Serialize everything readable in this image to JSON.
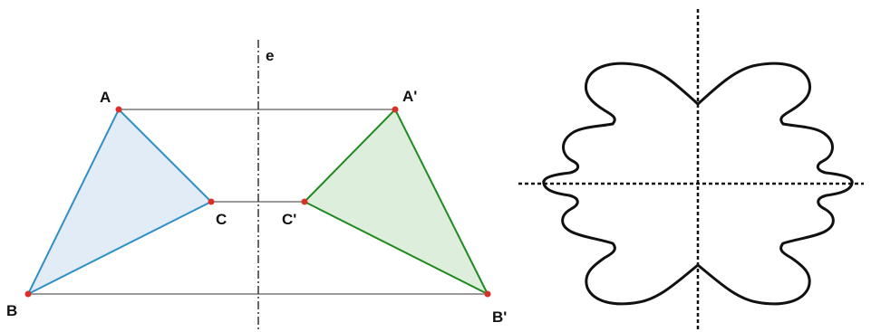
{
  "left_figure": {
    "axis_label": "e",
    "points": {
      "A": "A",
      "B": "B",
      "C": "C",
      "A_prime": "A'",
      "B_prime": "B'",
      "C_prime": "C'"
    },
    "colors": {
      "original_stroke": "#2f8fc6",
      "original_fill": "#e1ecf6",
      "image_stroke": "#1f8a1f",
      "image_fill": "#deeedd",
      "connector": "#9a9a9a",
      "vertex": "#d9302a",
      "axis": "#333333"
    }
  },
  "right_figure": {
    "colors": {
      "outline": "#111111",
      "symmetry_axes": "#111111"
    }
  }
}
